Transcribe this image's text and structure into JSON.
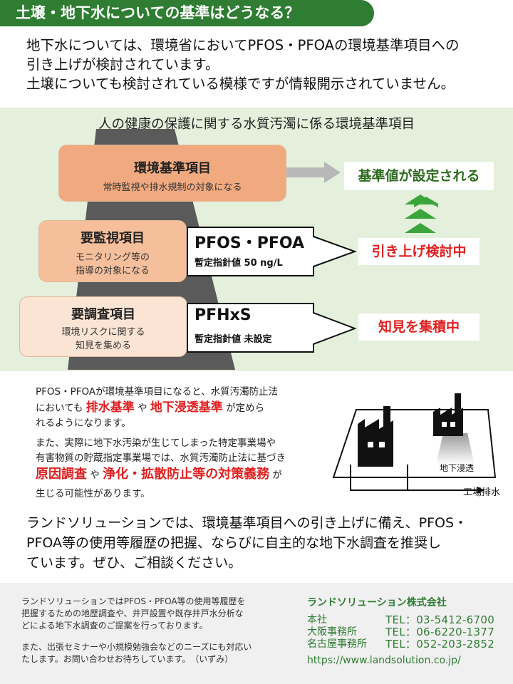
{
  "header": {
    "title": "土壌・地下水についての基準はどうなる？"
  },
  "intro": [
    "地下水については、環境省においてPFOS・PFOAの環境基準項目への",
    "引き上げが検討されています。",
    "土壌についても検討されている模様ですが情報開示されていません。"
  ],
  "diagram": {
    "title": "人の健康の保護に関する水質汚濁に係る環境基準項目",
    "tiers": [
      {
        "title": "環境基準項目",
        "desc": [
          "常時監視や排水規制の対象になる"
        ]
      },
      {
        "title": "要監視項目",
        "desc": [
          "モニタリング等の",
          "指導の対象になる"
        ]
      },
      {
        "title": "要調査項目",
        "desc": [
          "環境リスクに関する",
          "知見を集める"
        ]
      }
    ],
    "boxes": [
      {
        "name": "PFOS・PFOA",
        "sub": "暫定指針値 50 ng/L"
      },
      {
        "name": "PFHxS",
        "sub": "暫定指針値 未設定"
      }
    ],
    "results": [
      "基準値が設定される",
      "引き上げ検討中",
      "知見を集積中"
    ],
    "colors": {
      "pyramid": "#5a5a5a",
      "green_result": "#2e6b1f",
      "red_result": "#e02020",
      "arrow_gray": "#b8b8b8",
      "chevron_green": "#3aa53a"
    }
  },
  "explanation": {
    "p1_line1": "PFOS・PFOAが環境基準項目になると、水質汚濁防止法",
    "p1_line2_pre": "においても",
    "p1_emph1": "排水基準",
    "p1_mid": "や",
    "p1_emph2": "地下浸透基準",
    "p1_line2_post": "が定めら",
    "p1_line3": "れるようになります。",
    "p2_line1": "また、実際に地下水汚染が生じてしまった特定事業場や",
    "p2_line2": "有害物質の貯蔵指定事業場では、水質汚濁防止法に基づき",
    "p2_emph1": "原因調査",
    "p2_mid": "や",
    "p2_emph2": "浄化・拡散防止等の対策義務",
    "p2_post": "が",
    "p2_line4": "生じる可能性があります。"
  },
  "factory": {
    "seepage_label": "地下浸透",
    "discharge_label": "工場排水"
  },
  "closing": [
    "ランドソリューションでは、環境基準項目への引き上げに備え、PFOS・",
    "PFOA等の使用等履歴の把握、ならびに自主的な地下水調査を推奨し",
    "ています。ぜひ、ご相談ください。"
  ],
  "footer": {
    "left_p1": [
      "ランドソリューションではPFOS・PFOA等の使用等履歴を",
      "把握するための地歴調査や、井戸設置や既存井戸水分析な",
      "どによる地下水調査のご提案を行っております。"
    ],
    "left_p2": [
      "また、出張セミナーや小規模勉強会などのニーズにも対応い",
      "たします。お問い合わせお待ちしています。　（いずみ）"
    ],
    "company": "ランドソリューション株式会社",
    "offices": [
      {
        "label": "本社",
        "tel": "TEL：03-5412-6700"
      },
      {
        "label": "大阪事務所",
        "tel": "TEL：06-6220-1377"
      },
      {
        "label": "名古屋事務所",
        "tel": "TEL：052-203-2852"
      }
    ],
    "url": "https://www.landsolution.co.jp/"
  }
}
